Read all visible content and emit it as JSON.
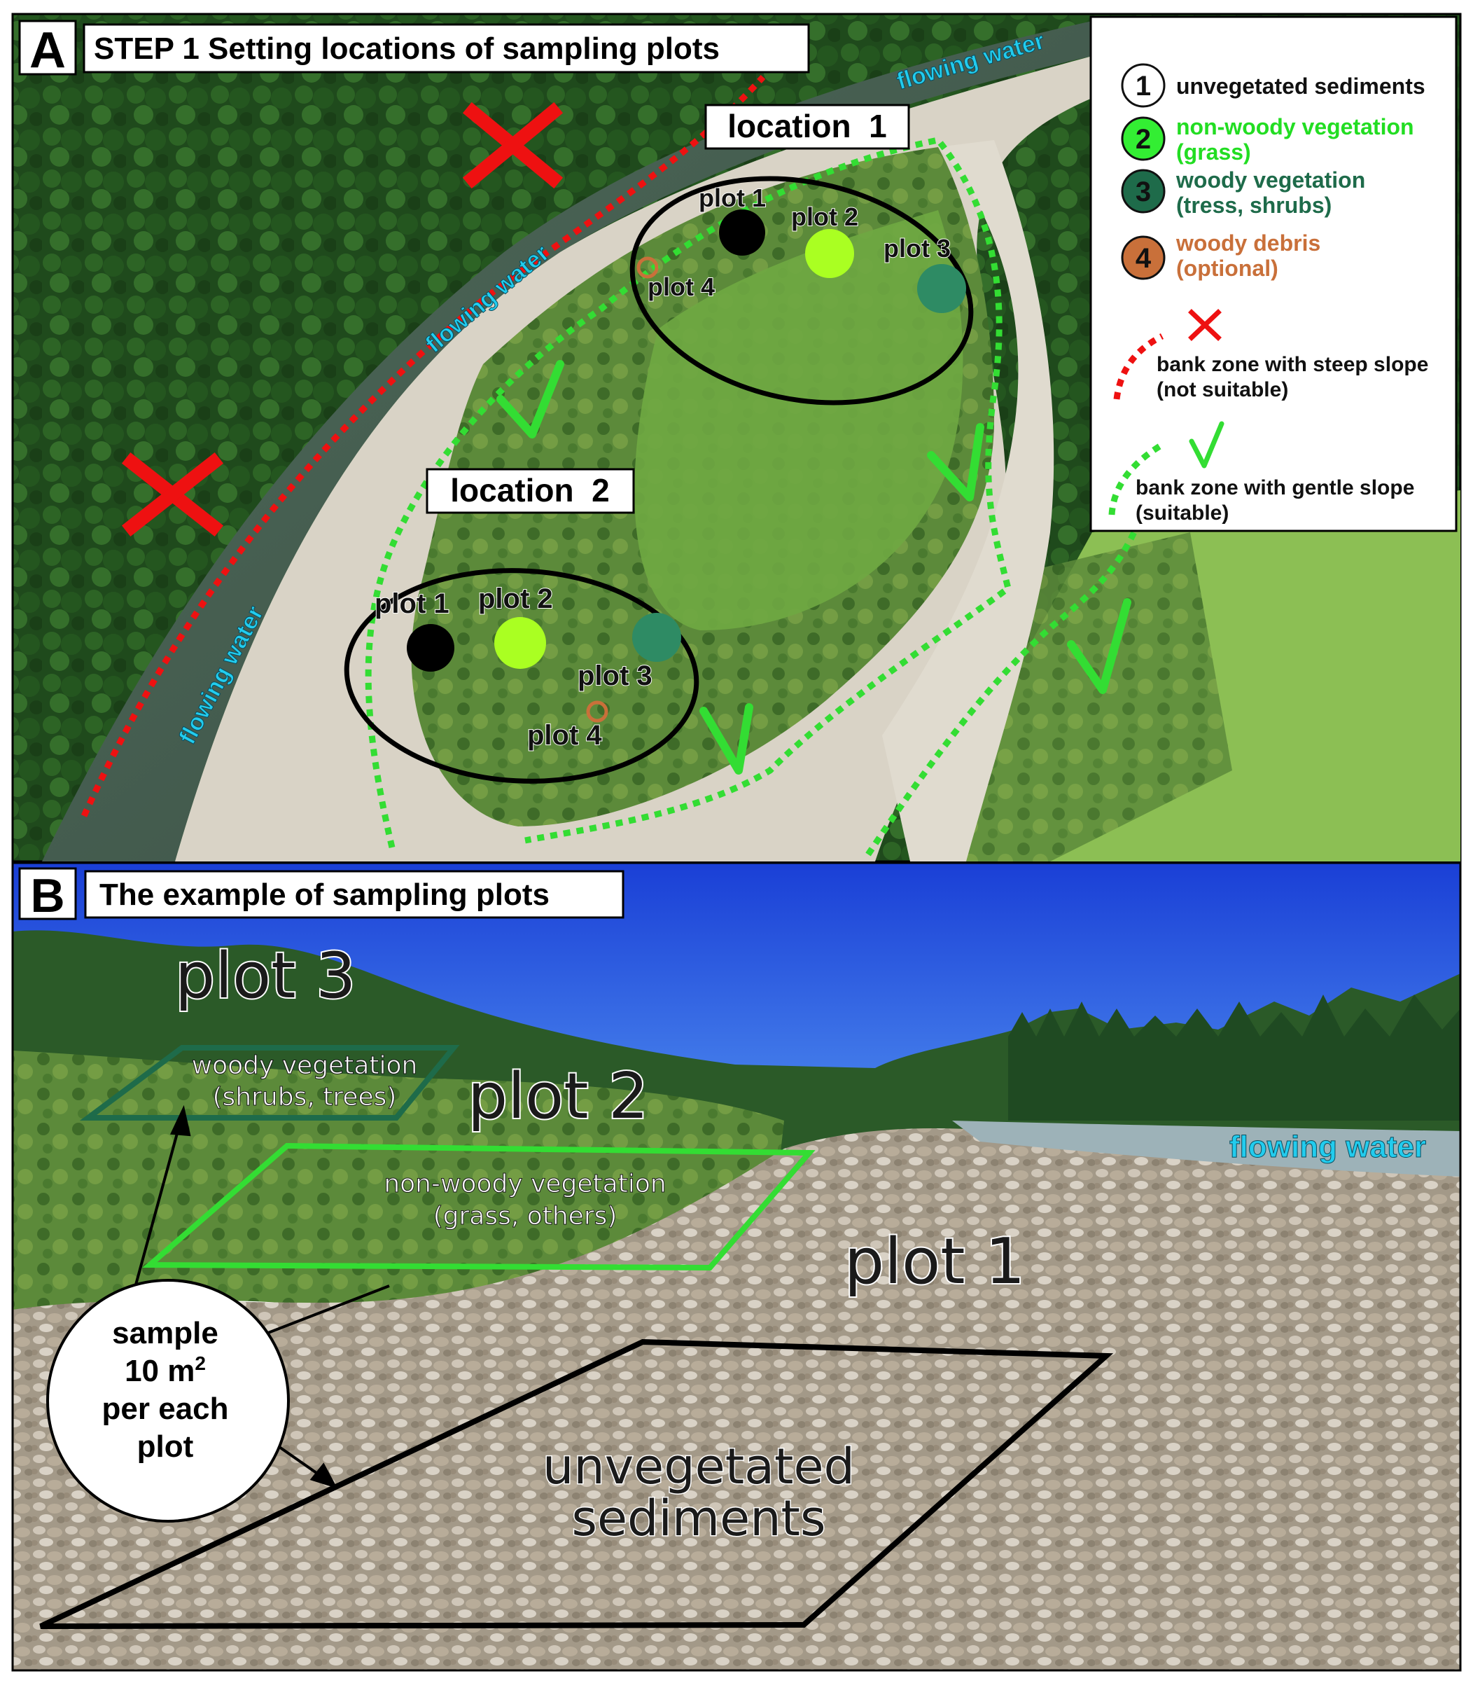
{
  "panel_a": {
    "letter": "A",
    "title": "STEP 1 Setting locations of sampling plots",
    "water_labels": [
      "flowing water",
      "flowing water",
      "flowing water"
    ],
    "location_1": {
      "label": "location  1",
      "plots": [
        "plot 1",
        "plot 2",
        "plot 3",
        "plot 4"
      ]
    },
    "location_2": {
      "label": "location  2",
      "plots": [
        "plot 1",
        "plot 2",
        "plot 3",
        "plot 4"
      ]
    },
    "legend": {
      "items": [
        {
          "num": "1",
          "line1": "unvegetated sediments",
          "line2": "",
          "fill": "#ffffff",
          "text_color": "#111111"
        },
        {
          "num": "2",
          "line1": "non-woody vegetation",
          "line2": "(grass)",
          "fill": "#33ee33",
          "text_color": "#22dd22"
        },
        {
          "num": "3",
          "line1": "woody vegetation",
          "line2": "(tress, shrubs)",
          "fill": "#1e6b4a",
          "text_color": "#1e6b4a"
        },
        {
          "num": "4",
          "line1": "woody debris",
          "line2": "(optional)",
          "fill": "#c9703a",
          "text_color": "#c9703a"
        }
      ],
      "unsuitable": {
        "line1": "bank zone with steep slope",
        "line2": "(not suitable)"
      },
      "suitable": {
        "line1": "bank zone with gentle slope",
        "line2": "(suitable)"
      }
    },
    "colors": {
      "unsuitable": "#ee1111",
      "suitable": "#33dd33",
      "plot_unvegetated": "#000000",
      "plot_grass": "#aaff22",
      "plot_woody": "#2e8b64",
      "plot_debris": "#c9703a",
      "water_label": "#22ccee"
    }
  },
  "panel_b": {
    "letter": "B",
    "title": "The example of sampling plots",
    "plot3_title": "plot 3",
    "plot3_desc": [
      "woody vegetation",
      "(shrubs, trees)"
    ],
    "plot2_title": "plot 2",
    "plot2_desc": [
      "non-woody vegetation",
      "(grass, others)"
    ],
    "plot1_title": "plot 1",
    "plot1_desc": [
      "unvegetated",
      "sediments"
    ],
    "water_label": "flowing water",
    "sample_note": {
      "line1": "sample",
      "line2": "10 m",
      "sup": "2",
      "line3": "per each",
      "line4": "plot"
    }
  }
}
